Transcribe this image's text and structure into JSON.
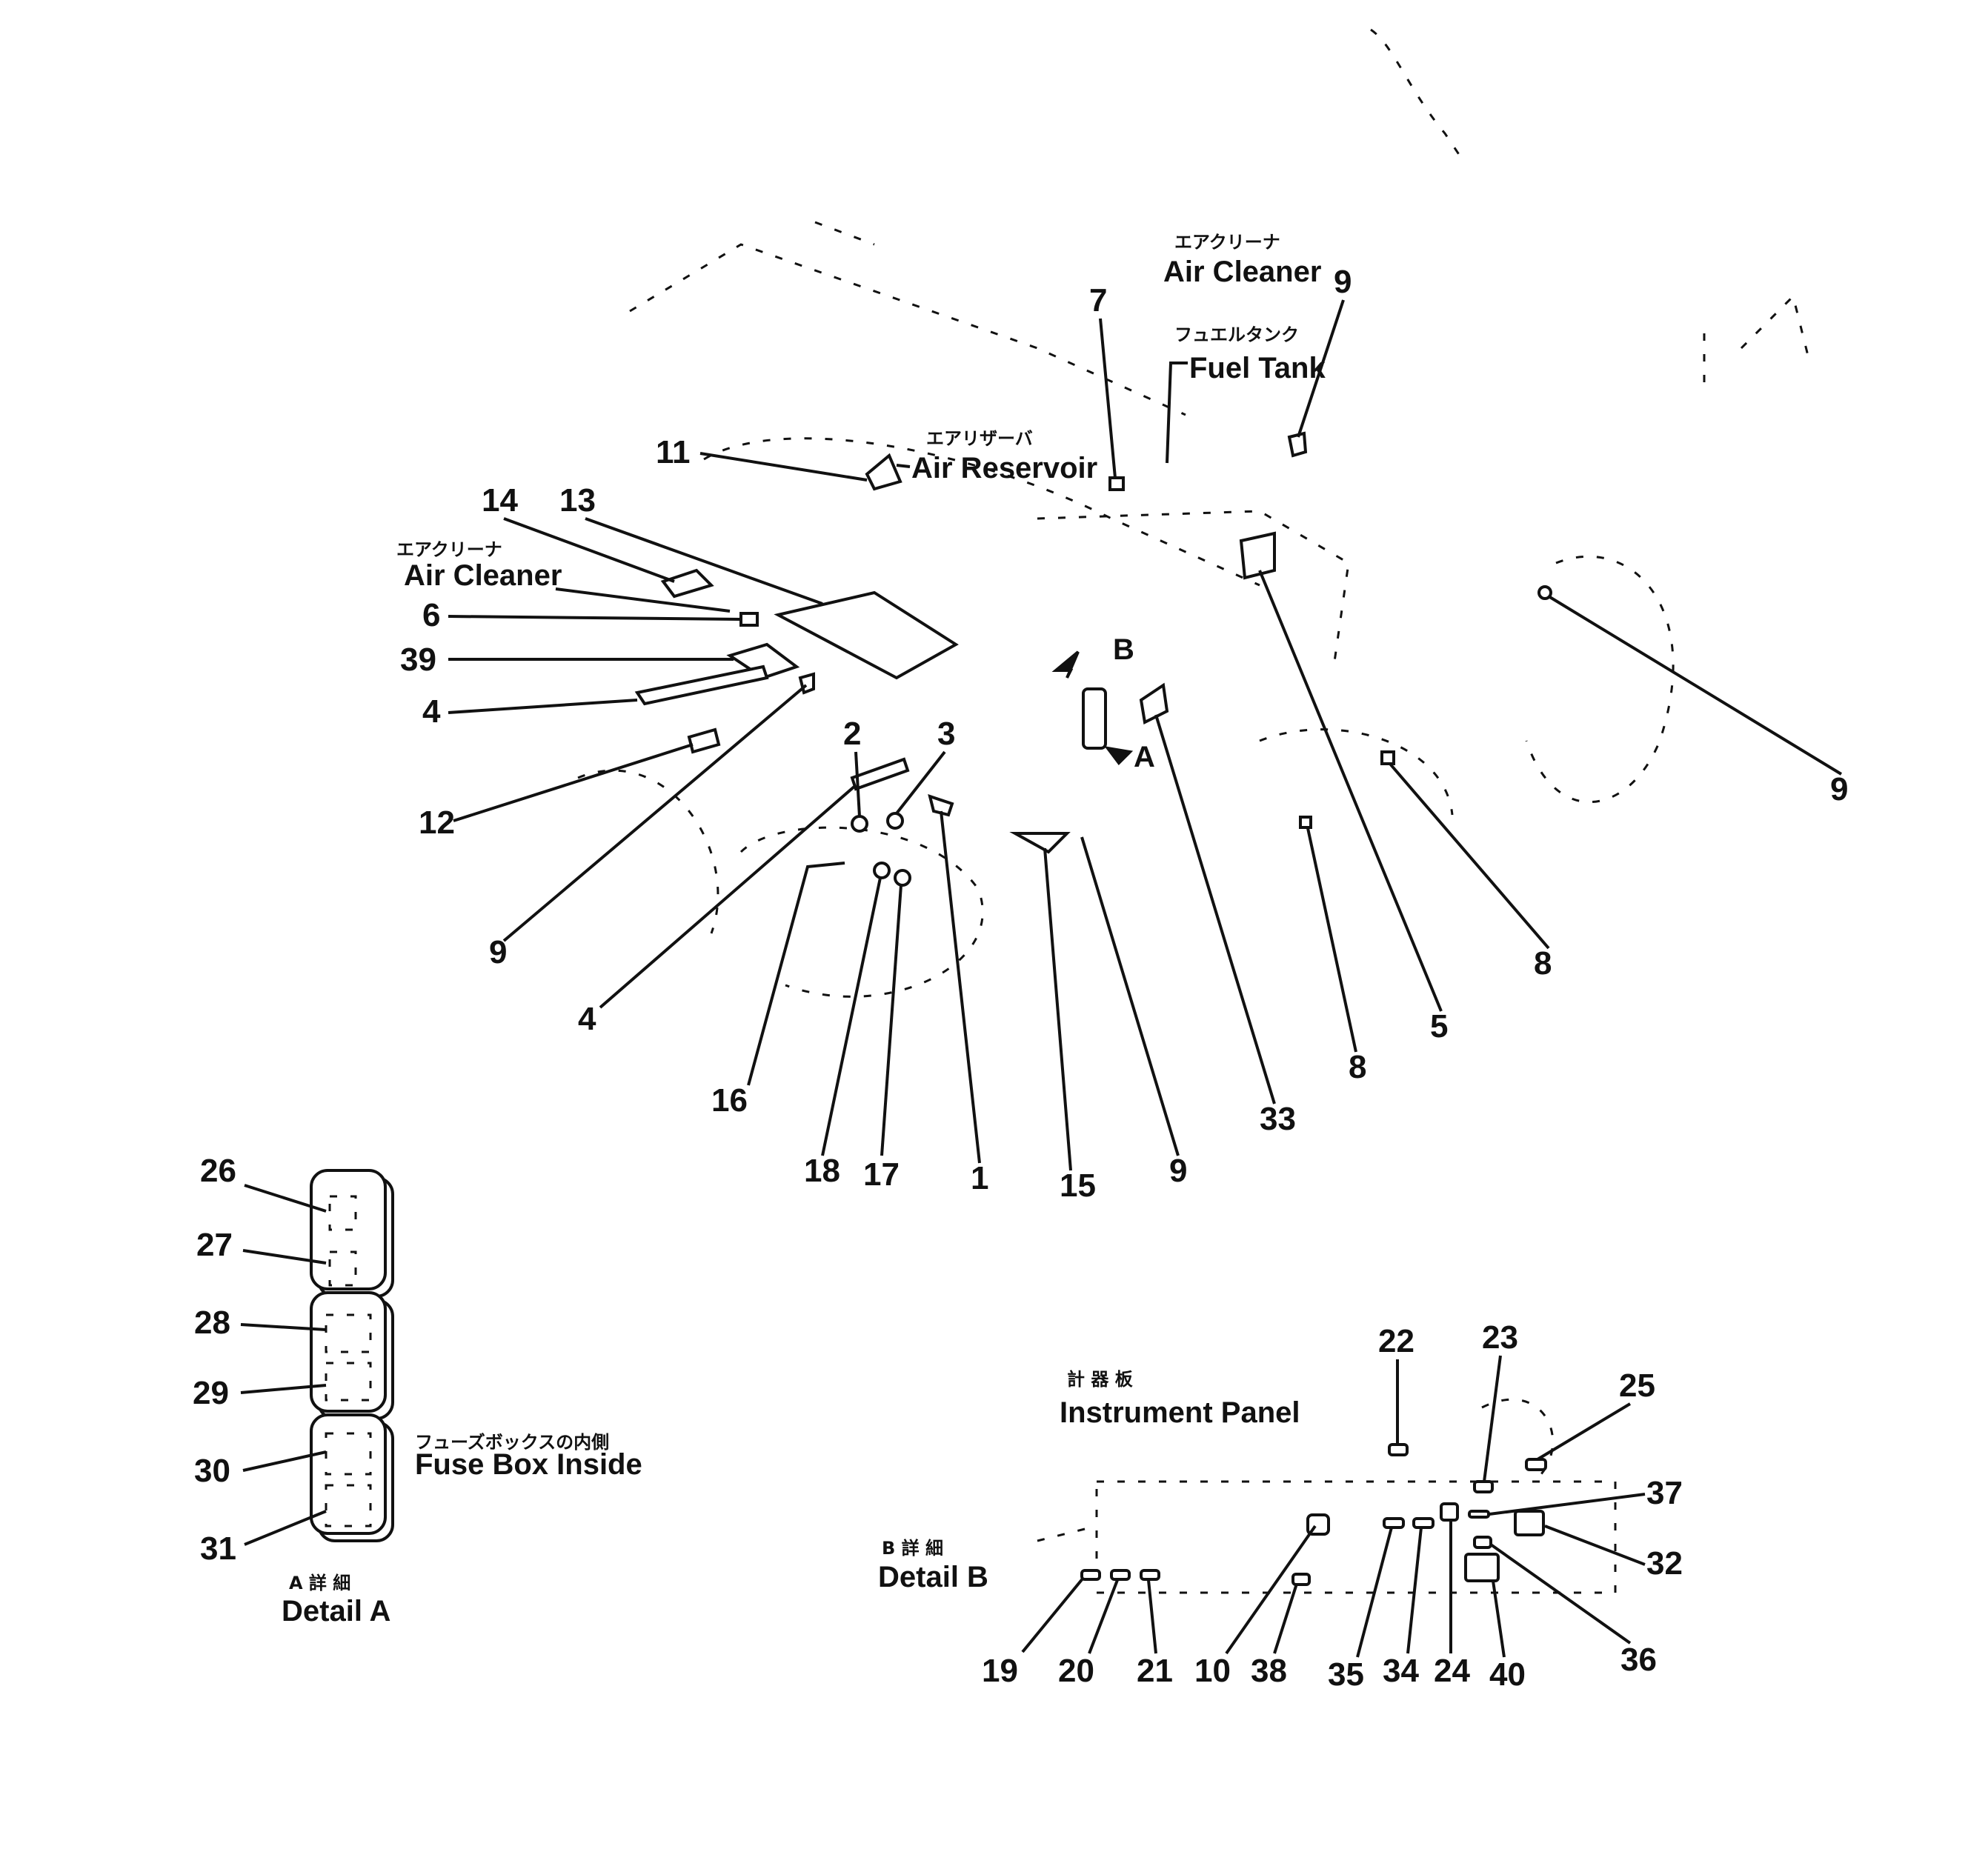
{
  "labels": {
    "air_cleaner_top": {
      "jp": "エアクリーナ",
      "en": "Air Cleaner"
    },
    "fuel_tank": {
      "jp": "フュエルタンク",
      "en": "Fuel Tank"
    },
    "air_reservoir": {
      "jp": "エアリザーバ",
      "en": "Air Reservoir"
    },
    "air_cleaner_left": {
      "jp": "エアクリーナ",
      "en": "Air Cleaner"
    },
    "fuse_box_inside": {
      "jp": "フューズボックスの内側",
      "en": "Fuse Box Inside"
    },
    "detail_a": {
      "jp": "A 詳 細",
      "en": "Detail A"
    },
    "instrument_panel": {
      "jp": "計 器 板",
      "en": "Instrument Panel"
    },
    "detail_b": {
      "jp": "B 詳 細",
      "en": "Detail B"
    },
    "arrow_a": "A",
    "arrow_b": "B"
  },
  "callouts": {
    "c7": "7",
    "c9a": "9",
    "c11": "11",
    "c14": "14",
    "c13": "13",
    "c6": "6",
    "c39": "39",
    "c4a": "4",
    "c12": "12",
    "c9b": "9",
    "c2": "2",
    "c3": "3",
    "c4b": "4",
    "c16": "16",
    "c18": "18",
    "c17": "17",
    "c1": "1",
    "c15": "15",
    "c9c": "9",
    "c33": "33",
    "c8a": "8",
    "c5": "5",
    "c8b": "8",
    "c9d": "9",
    "c26": "26",
    "c27": "27",
    "c28": "28",
    "c29": "29",
    "c30": "30",
    "c31": "31",
    "c22": "22",
    "c23": "23",
    "c25": "25",
    "c37": "37",
    "c32": "32",
    "c36": "36",
    "c19": "19",
    "c20": "20",
    "c21": "21",
    "c10": "10",
    "c38": "38",
    "c35": "35",
    "c34": "34",
    "c24": "24",
    "c40": "40"
  }
}
